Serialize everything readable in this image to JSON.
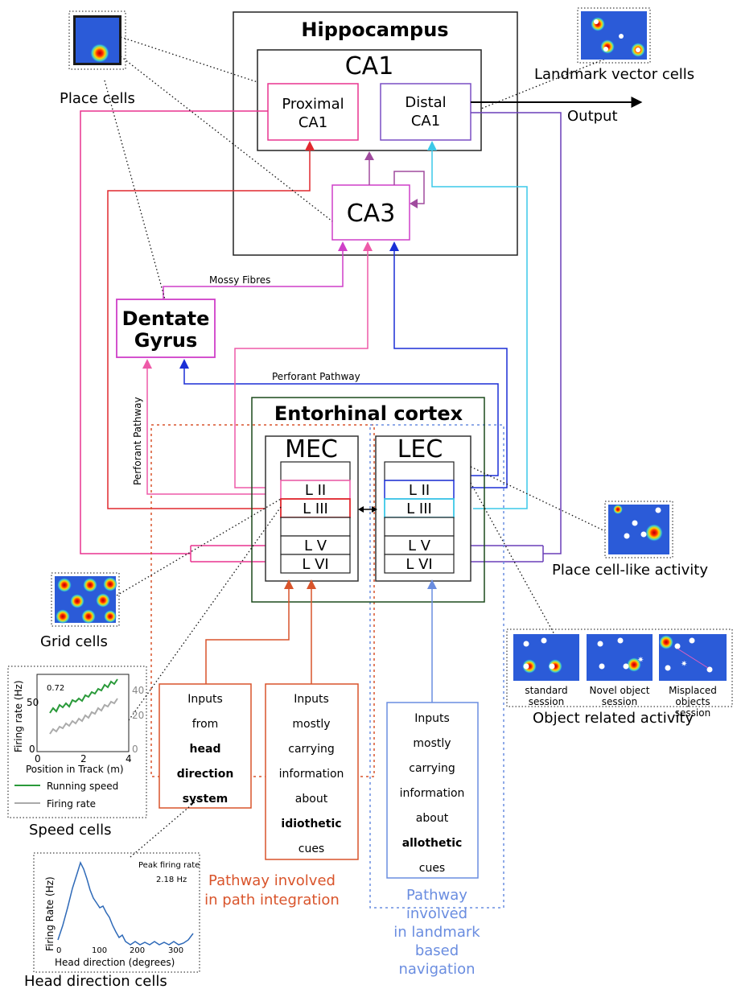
{
  "hippocampus": {
    "title": "Hippocampus",
    "ca1": {
      "title": "CA1",
      "proximal": [
        "Proximal",
        "CA1"
      ],
      "distal": [
        "Distal",
        "CA1"
      ]
    },
    "ca3": "CA3",
    "output": "Output"
  },
  "dentate_gyrus": [
    "Dentate",
    "Gyrus"
  ],
  "pathway_labels": {
    "mossy": "Mossy Fibres",
    "perforant_h": "Perforant Pathway",
    "perforant_v": "Perforant Pathway"
  },
  "entorhinal": {
    "title": "Entorhinal cortex",
    "mec": {
      "title": "MEC",
      "layers": [
        "L II",
        "L III",
        "L V",
        "L VI"
      ]
    },
    "lec": {
      "title": "LEC",
      "layers": [
        "L II",
        "L III",
        "L V",
        "L VI"
      ]
    }
  },
  "inputs": {
    "head_direction": [
      "Inputs",
      "from",
      "head",
      "direction",
      "system"
    ],
    "idiothetic": [
      "Inputs",
      "mostly",
      "carrying",
      "information",
      "about",
      "idiothetic",
      "cues"
    ],
    "allothetic": [
      "Inputs",
      "mostly",
      "carrying",
      "information",
      "about",
      "allothetic",
      "cues"
    ]
  },
  "pathways": {
    "path_integration": [
      "Pathway involved",
      "in path integration"
    ],
    "landmark": [
      "Pathway",
      "involved",
      "in landmark",
      "based",
      "navigation"
    ]
  },
  "cell_types": {
    "place": "Place cells",
    "landmark_vector": "Landmark vector cells",
    "grid": "Grid cells",
    "speed": "Speed cells",
    "head_direction": "Head direction cells",
    "place_like": "Place cell-like activity",
    "object_related": "Object related activity"
  },
  "object_sessions": [
    [
      "standard",
      "session"
    ],
    [
      "Novel object",
      "session"
    ],
    [
      "Misplaced",
      "objects",
      "session"
    ]
  ],
  "speed_plot": {
    "corr": "0.72",
    "ylabel": "Firing rate (Hz)",
    "xlabel": "Position in Track (m)",
    "y_ticks": [
      "50",
      "0"
    ],
    "y2_ticks": [
      "40",
      "20",
      "0"
    ],
    "x_ticks": [
      "0",
      "2",
      "4"
    ],
    "legend": [
      "Running speed",
      "Firing rate"
    ]
  },
  "hd_plot": {
    "peak_label": [
      "Peak firing rate",
      "2.18 Hz"
    ],
    "ylabel": "Firing Rate (Hz)",
    "xlabel": "Head direction (degrees)",
    "x_ticks": [
      "0",
      "100",
      "200",
      "300"
    ]
  },
  "colors": {
    "proximal": "#e8348f",
    "distal": "#7a4fc4",
    "red": "#e0282e",
    "cyan": "#3cc8e8",
    "blue": "#1b2fd6",
    "magenta": "#cf3fc8",
    "pink": "#ee5aa8",
    "purple": "#6a3fb8",
    "orange": "#d9542b",
    "lightblue": "#6a8de0",
    "green": "#2a9a3a"
  }
}
